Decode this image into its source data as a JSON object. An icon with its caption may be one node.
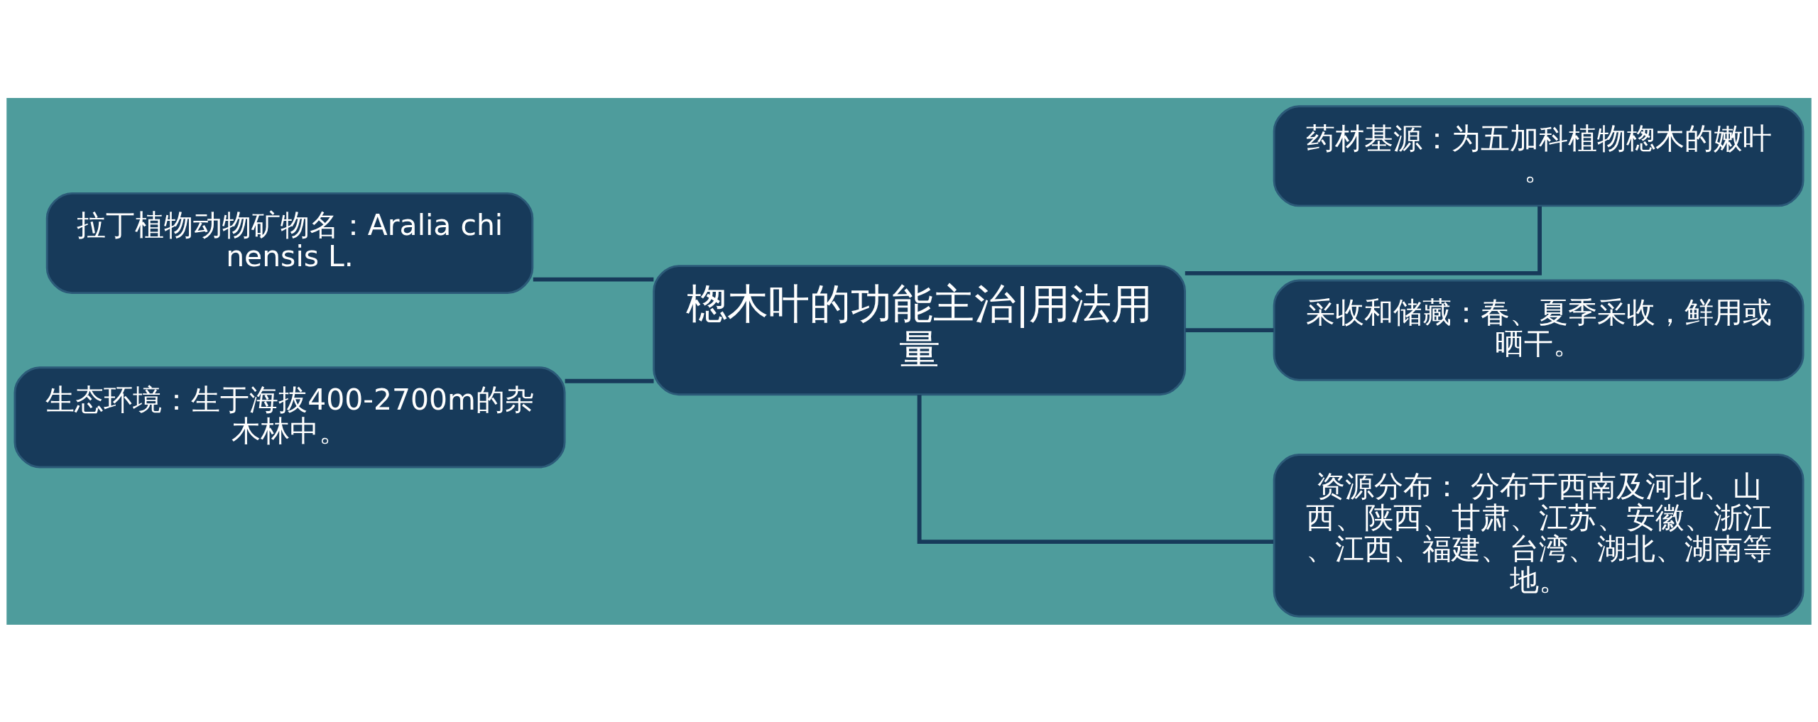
{
  "diagram": {
    "nodes": [
      {
        "text": [
          "楤木叶的功能主治|用法用量"
        ]
      },
      {
        "text": [
          "拉丁植物动物矿物名：Aralia chinensis L."
        ]
      },
      {
        "text": [
          "生态环境：生于海拔400-2700m的杂木林中。"
        ]
      },
      {
        "text": [
          "药材基源：为五加科植物楤木的嫩叶。"
        ]
      },
      {
        "text": [
          "采收和储藏：春、夏季采收，鲜用或晒干。"
        ]
      },
      {
        "text": [
          "资源分布： 分布于西南及河北、山西、陕西、甘肃、江苏、安徽、浙江、江西、福建、台湾、湖北、湖南等地。"
        ]
      }
    ],
    "edges": [
      {
        "from": 0,
        "to": 1,
        "arrow": "none"
      },
      {
        "from": 0,
        "to": 2,
        "arrow": "none"
      },
      {
        "from": 0,
        "to": 3,
        "arrow": "none"
      },
      {
        "from": 0,
        "to": 4,
        "arrow": "none"
      },
      {
        "from": 0,
        "to": 5,
        "arrow": "none"
      }
    ]
  }
}
